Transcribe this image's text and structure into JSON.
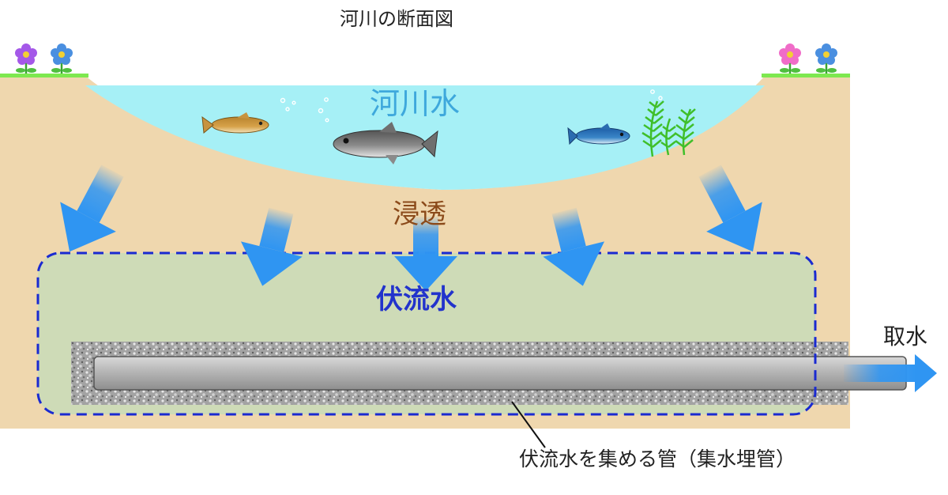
{
  "title": "河川の断面図",
  "labels": {
    "river_water": "河川水",
    "infiltration": "浸透",
    "groundwater": "伏流水",
    "intake": "取水",
    "pipe_caption": "伏流水を集める管（集水埋管）"
  },
  "colors": {
    "soil": "#efd7ae",
    "water": "#a6f0f6",
    "grass": "#7ee84f",
    "groundwater_zone": "#c8dcb8",
    "zone_border": "#1a2ad1",
    "arrow": "#2f95f2",
    "gravel": "#9a9a9a",
    "pipe": "#b5b5b5"
  },
  "icons": [
    "flower-icon",
    "fish-icon",
    "bubble-icon",
    "water-plant-icon",
    "flow-arrow-icon"
  ]
}
